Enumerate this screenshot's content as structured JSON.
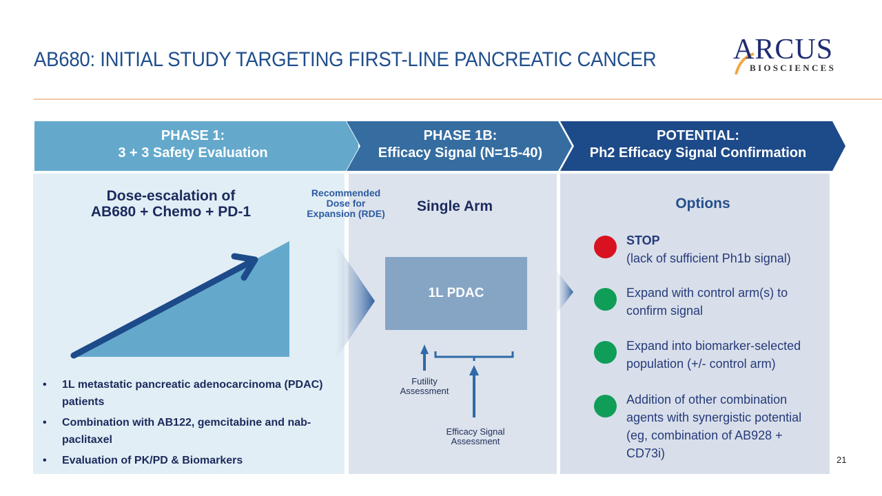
{
  "header": {
    "title": "AB680: INITIAL STUDY TARGETING FIRST-LINE PANCREATIC CANCER",
    "logo": {
      "name": "ARCUS",
      "subtitle": "BIOSCIENCES"
    }
  },
  "phases": [
    {
      "label": "PHASE 1:",
      "subtitle": "3 + 3 Safety Evaluation",
      "color": "#64a9cc"
    },
    {
      "label": "PHASE 1B:",
      "subtitle": "Efficacy Signal (N=15-40)",
      "color": "#356da0"
    },
    {
      "label": "POTENTIAL:",
      "subtitle": "Ph2 Efficacy Signal Confirmation",
      "color": "#1d4a89"
    }
  ],
  "phase1": {
    "heading_line1": "Dose-escalation of",
    "heading_line2": "AB680 + Chemo + PD-1",
    "rde_line1": "Recommended",
    "rde_line2": "Dose for",
    "rde_line3": "Expansion (RDE)",
    "bullets": [
      "1L metastatic pancreatic adenocarcinoma (PDAC) patients",
      "Combination with AB122, gemcitabine and nab-paclitaxel",
      "Evaluation of PK/PD & Biomarkers"
    ]
  },
  "phase1b": {
    "heading": "Single Arm",
    "box_label": "1L PDAC",
    "futility_line1": "Futility",
    "futility_line2": "Assessment",
    "efficacy_line1": "Efficacy Signal",
    "efficacy_line2": "Assessment"
  },
  "potential": {
    "heading": "Options",
    "options": [
      {
        "status": "red",
        "color": "#d9121f",
        "title": "STOP",
        "text": "(lack of sufficient Ph1b signal)"
      },
      {
        "status": "green",
        "color": "#0f9d58",
        "title": "",
        "text": "Expand with control arm(s) to confirm signal"
      },
      {
        "status": "green",
        "color": "#0f9d58",
        "title": "",
        "text": "Expand into biomarker-selected population (+/- control arm)"
      },
      {
        "status": "green",
        "color": "#0f9d58",
        "title": "",
        "text": "Addition of other combination agents with synergistic potential (eg, combination of AB928 + CD73i)"
      }
    ]
  },
  "footer": {
    "page_number": "21"
  }
}
